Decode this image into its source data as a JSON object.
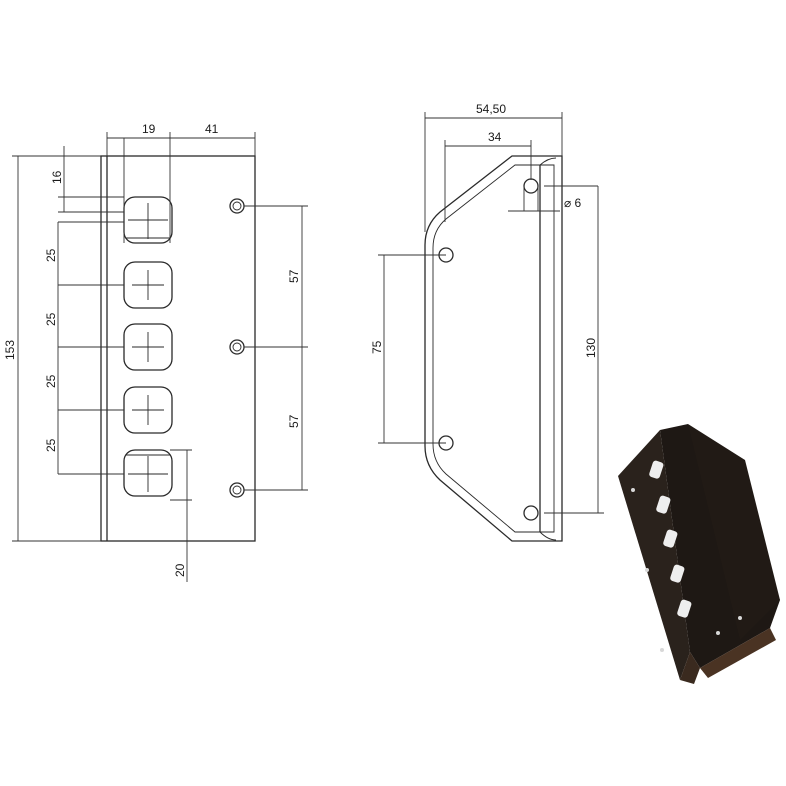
{
  "front_view": {
    "dim_width_slot": "19",
    "dim_width_right": "41",
    "dim_top_offset": "16",
    "dim_pitch_1": "25",
    "dim_pitch_2": "25",
    "dim_pitch_3": "25",
    "dim_pitch_4": "25",
    "dim_height_total": "153",
    "dim_hole_upper": "57",
    "dim_hole_lower": "57",
    "dim_slot_offset": "20"
  },
  "side_view": {
    "dim_depth_total": "54,50",
    "dim_depth_inner": "34",
    "dim_hole_diameter": "⌀ 6",
    "dim_hole_pitch_left": "75",
    "dim_hole_pitch_right": "130"
  },
  "product_photo": {
    "description_icon": "bracket-photo"
  }
}
